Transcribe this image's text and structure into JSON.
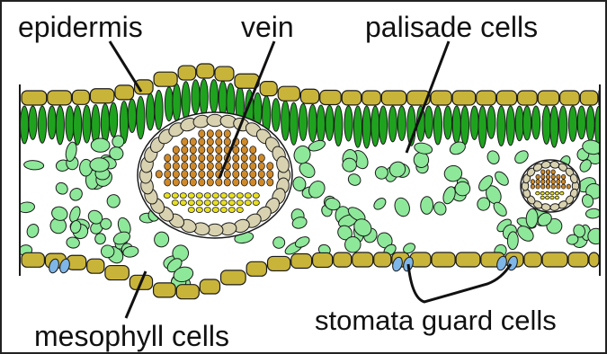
{
  "labels": {
    "epidermis": "epidermis",
    "vein": "vein",
    "palisade": "palisade cells",
    "stomata": "stomata guard cells",
    "mesophyll": "mesophyll cells"
  },
  "colors": {
    "epidermis": "#c9b43a",
    "palisade": "#1fa31f",
    "spongy": "#8ee89a",
    "vein_sheath": "#d9d2b0",
    "xylem": "#d08a2a",
    "phloem": "#e8e020",
    "guard_cell": "#7fb6e8",
    "outline": "#1a1a1a"
  }
}
